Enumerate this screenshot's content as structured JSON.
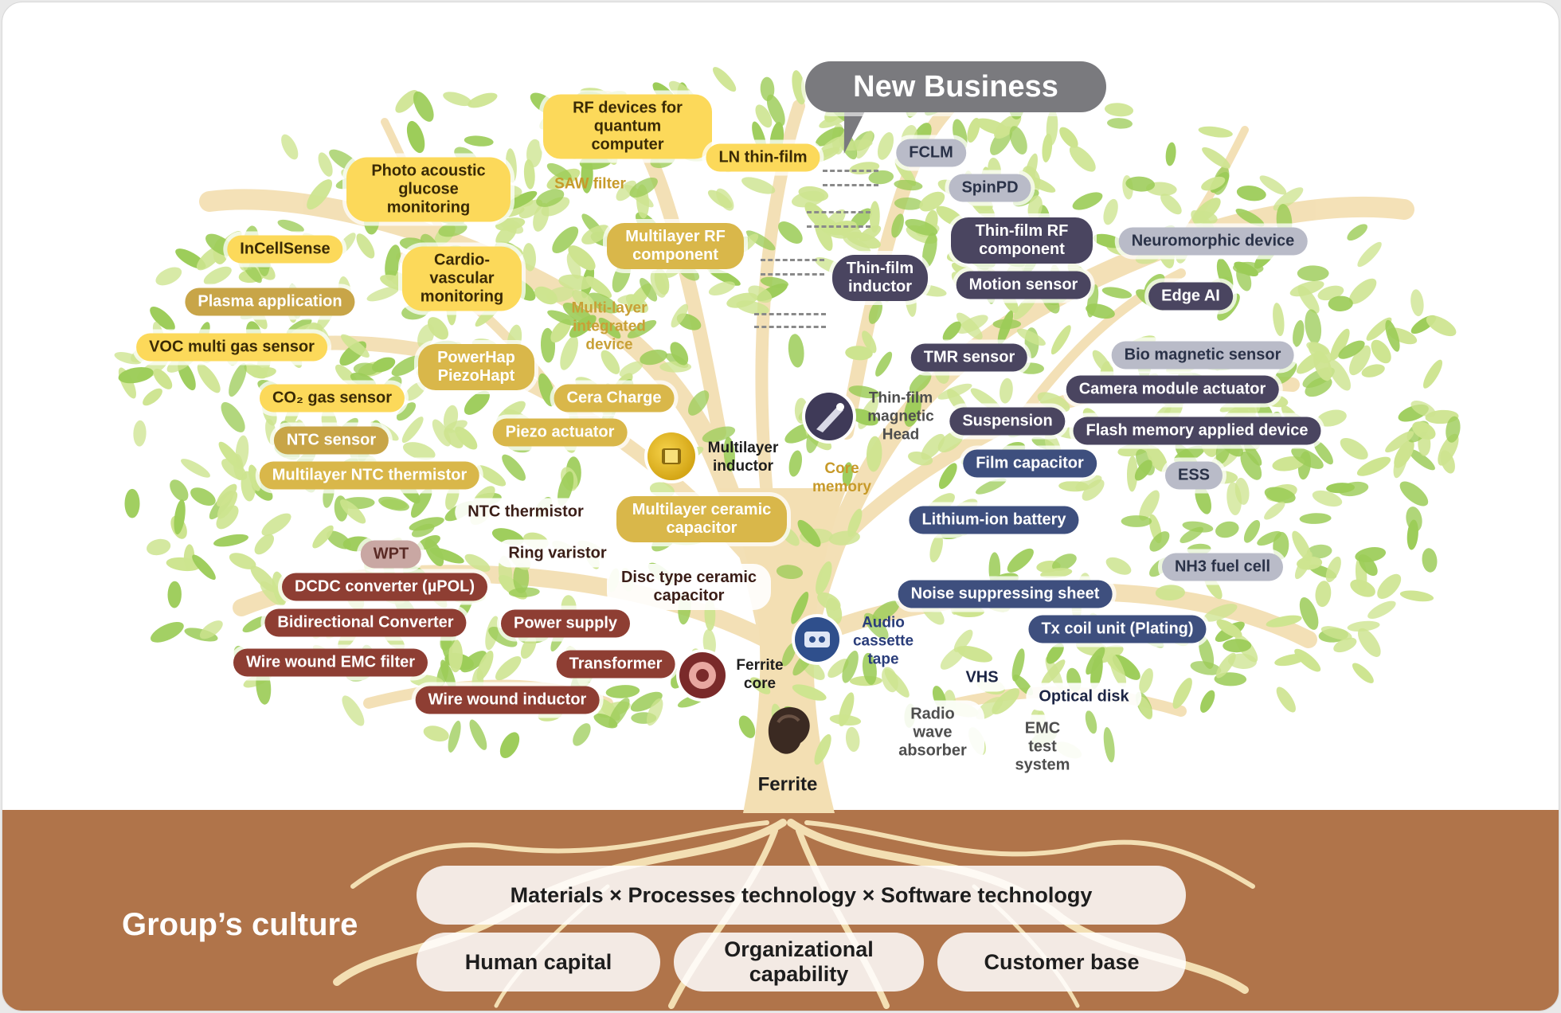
{
  "colors": {
    "soil": "#b0744a",
    "trunk": "#f3dfb3",
    "leaf_light": "#cde48f",
    "leaf_dark": "#9ccc58",
    "yellow_label": "#fcd95a",
    "gold_label": "#d9b74a",
    "brown_label": "#8e3e33",
    "dark_brown_label": "#6f3a33",
    "purple_label": "#4a4560",
    "gray_label": "#b9bbc8",
    "blue_label": "#3e4f7e"
  },
  "bubble": {
    "text": "New Business"
  },
  "trunk_label": "Ferrite",
  "culture": {
    "title": "Group’s culture",
    "foundation": "Materials × Processes technology × Software technology",
    "pillars": [
      "Human capital",
      "Organizational capability",
      "Customer base"
    ]
  },
  "icons": [
    "multilayer-inductor-icon",
    "thin-film-head-icon",
    "audio-cassette-icon",
    "ferrite-core-icon",
    "ferrite-lump-icon"
  ],
  "labels": {
    "rf_quantum": "RF devices for quantum computer",
    "photo_acoustic": "Photo acoustic glucose monitoring",
    "ln_thin_film": "LN thin-film",
    "saw_filter": "SAW filter",
    "incellsense": "InCellSense",
    "cardio": "Cardio-vascular monitoring",
    "multilayer_rf": "Multilayer RF component",
    "plasma": "Plasma application",
    "multi_layer_integrated": "Multi-layer integrated device",
    "voc": "VOC multi gas sensor",
    "powerhap": "PowerHap PiezoHapt",
    "co2": "CO₂ gas sensor",
    "cera_charge": "Cera Charge",
    "ntc_sensor": "NTC sensor",
    "piezo_actuator": "Piezo actuator",
    "multilayer_ntc": "Multilayer NTC thermistor",
    "multilayer_inductor": "Multilayer inductor",
    "ntc_thermistor": "NTC thermistor",
    "mlcc": "Multilayer ceramic capacitor",
    "wpt": "WPT",
    "ring_varistor": "Ring varistor",
    "dcdc": "DCDC converter (µPOL)",
    "disc_capacitor": "Disc type ceramic capacitor",
    "bidirectional": "Bidirectional Converter",
    "power_supply": "Power supply",
    "wire_emc": "Wire wound EMC filter",
    "transformer": "Transformer",
    "ferrite_core": "Ferrite core",
    "wire_inductor": "Wire wound inductor",
    "fclm": "FCLM",
    "spinpd": "SpinPD",
    "thin_film_rf": "Thin-film RF component",
    "neuromorphic": "Neuromorphic device",
    "thin_film_inductor": "Thin-film inductor",
    "motion_sensor": "Motion sensor",
    "edge_ai": "Edge AI",
    "tmr": "TMR sensor",
    "bio_magnetic": "Bio magnetic sensor",
    "camera_actuator": "Camera module actuator",
    "thin_film_head": "Thin-film magnetic Head",
    "suspension": "Suspension",
    "flash_memory": "Flash memory applied device",
    "film_capacitor": "Film capacitor",
    "core_memory": "Core memory",
    "ess": "ESS",
    "lithium_ion": "Lithium-ion battery",
    "nh3": "NH3 fuel cell",
    "noise_sheet": "Noise suppressing sheet",
    "tx_coil": "Tx coil unit (Plating)",
    "audio_tape": "Audio cassette tape",
    "vhs": "VHS",
    "optical_disk": "Optical disk",
    "radio_absorber": "Radio wave absorber",
    "emc_test": "EMC test system"
  }
}
